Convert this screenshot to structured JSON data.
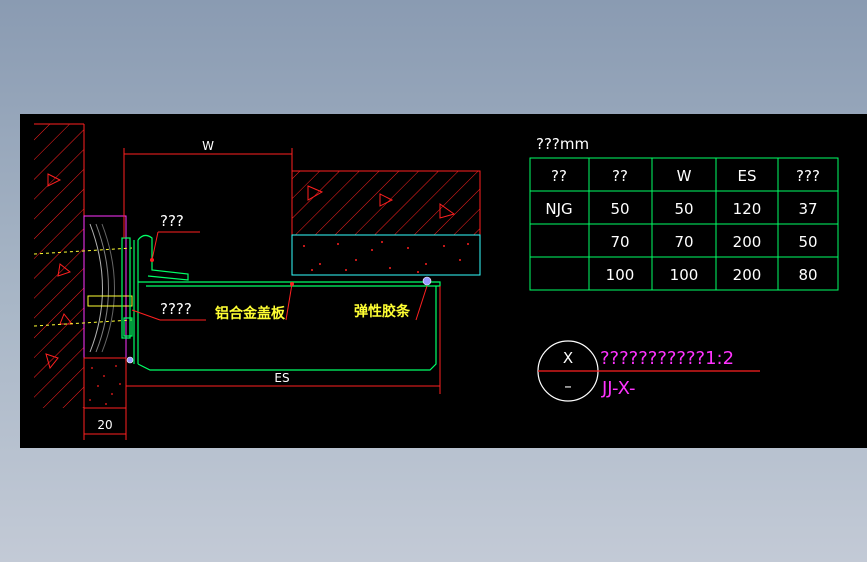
{
  "drawing": {
    "dim_w": "W",
    "dim_es": "ES",
    "dim_20": "20",
    "label_unknown_1": "???",
    "label_unknown_2": "????",
    "label_cover_plate": "铝合金盖板",
    "label_rubber_strip": "弹性胶条"
  },
  "table": {
    "unit_label": "???mm",
    "headers": [
      "??",
      "??",
      "W",
      "ES",
      "???"
    ],
    "rows": [
      [
        "NJG",
        "50",
        "50",
        "120",
        "37"
      ],
      [
        "",
        "70",
        "70",
        "200",
        "50"
      ],
      [
        "",
        "100",
        "100",
        "200",
        "80"
      ]
    ]
  },
  "title_block": {
    "symbol_top": "X",
    "symbol_bottom": "–",
    "title": "???????????1:2",
    "code": "JJ-X-"
  },
  "colors": {
    "background": "#000000",
    "line_red": "#ff2020",
    "line_green": "#00ff66",
    "line_cyan": "#33ffff",
    "line_white": "#ffffff",
    "text_yellow": "#ffff33",
    "text_magenta": "#ff33ff",
    "hatch_magenta": "#ff33ff"
  }
}
